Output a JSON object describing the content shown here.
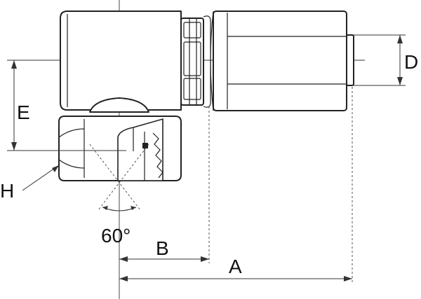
{
  "labels": {
    "A": "A",
    "B": "B",
    "D": "D",
    "E": "E",
    "H": "H",
    "angle": "60°"
  }
}
